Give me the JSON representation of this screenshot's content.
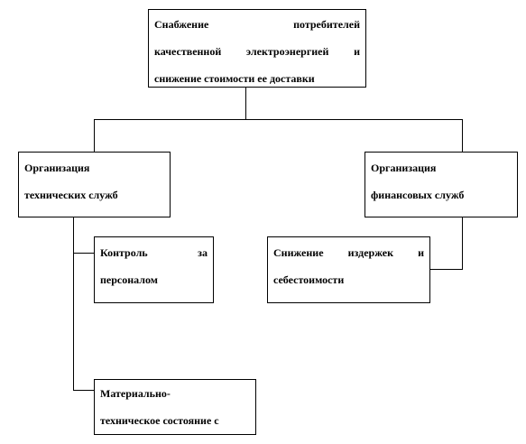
{
  "diagram": {
    "root": {
      "lines": [
        "Снабжение потребителей",
        "качественной электроэнергией и",
        "снижение стоимости ее доставки"
      ]
    },
    "tech_services": {
      "lines": [
        "Организация",
        "технических служб"
      ]
    },
    "finance_services": {
      "lines": [
        "Организация",
        "финансовых служб"
      ]
    },
    "personnel_control": {
      "lines": [
        "Контроль за",
        "персоналом"
      ]
    },
    "cost_reduction": {
      "lines": [
        "Снижение издержек и",
        "себестоимости"
      ]
    },
    "material_state": {
      "lines": [
        "Материально-",
        "техническое состояние с"
      ]
    }
  }
}
